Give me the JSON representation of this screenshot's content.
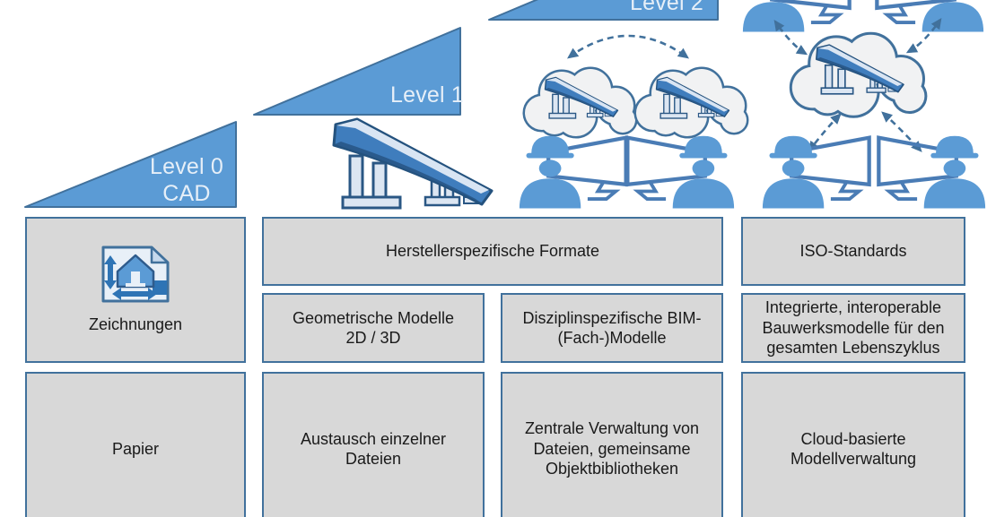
{
  "ramps": {
    "level0": "Level 0\nCAD",
    "level1": "Level 1",
    "level2": "Level 2"
  },
  "boxes": {
    "zeichnungen": "Zeichnungen",
    "herstellerspezifische_formate": "Herstellerspezifische Formate",
    "geometrische_modelle": "Geometrische Modelle\n2D / 3D",
    "disziplinspezifische_bim": "Disziplinspezifische BIM-\n(Fach-)Modelle",
    "iso_standards": "ISO-Standards",
    "integrierte_bauwerksmodelle": "Integrierte, interoperable\nBauwerksmodelle für den\ngesamten Lebenszyklus",
    "papier": "Papier",
    "austausch_einzelner_dateien": "Austausch einzelner\nDateien",
    "zentrale_verwaltung": "Zentrale Verwaltung von\nDateien, gemeinsame\nObjektbibliotheken",
    "cloud_basierte_modellverwaltung": "Cloud-basierte\nModellverwaltung"
  },
  "icons": {
    "technical_drawing": "technical-drawing-icon",
    "bridge_model": "bridge-model-icon",
    "cloud_model": "cloud-bridge-model-icon",
    "engineer_workstation": "engineer-workstation-icon",
    "sync_arrow": "dashed-sync-arrow-icon"
  },
  "colors": {
    "accent_blue": "#5B9BD5",
    "border_blue": "#41719C",
    "dark_blue": "#2E74B5",
    "box_fill": "#D8D8D8",
    "cloud_fill": "#F1F2F3",
    "label_light": "#E6EFF8",
    "text": "#1A1A1A"
  }
}
